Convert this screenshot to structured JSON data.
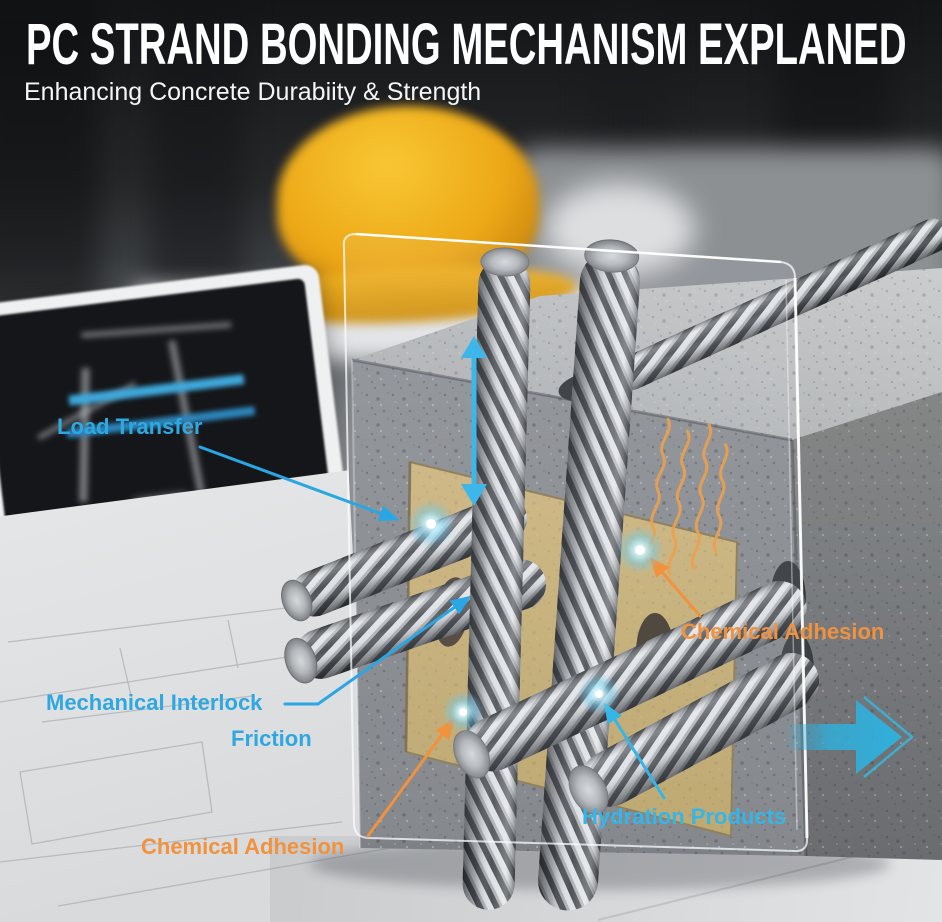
{
  "header": {
    "title": "PC STRAND BONDING MECHANISM EXPLANED",
    "subtitle": "Enhancing Concrete Durabiity & Strength"
  },
  "annotations": {
    "load_transfer": {
      "label": "Load Transfer",
      "color": "#2FA8E1"
    },
    "mechanical_interlock": {
      "label": "Mechanical Interlock",
      "color": "#2FA8E1"
    },
    "friction": {
      "label": "Friction",
      "color": "#2FA8E1"
    },
    "chemical_adhesion_left": {
      "label": "Chemical Adhesion",
      "color": "#F0923E"
    },
    "chemical_adhesion_right": {
      "label": "Chemical Adhesion",
      "color": "#F0923E"
    },
    "hydration_products": {
      "label": "Hydration Products",
      "color": "#35B5E8"
    }
  },
  "palette": {
    "cyan_accent": "#2FA8E1",
    "orange_accent": "#F0923E",
    "big_arrow_cyan": "#2FB0DC",
    "hardhat_yellow": "#ECA81C",
    "concrete_gray": "#898D91",
    "grout_tan": "#CBB47E"
  }
}
